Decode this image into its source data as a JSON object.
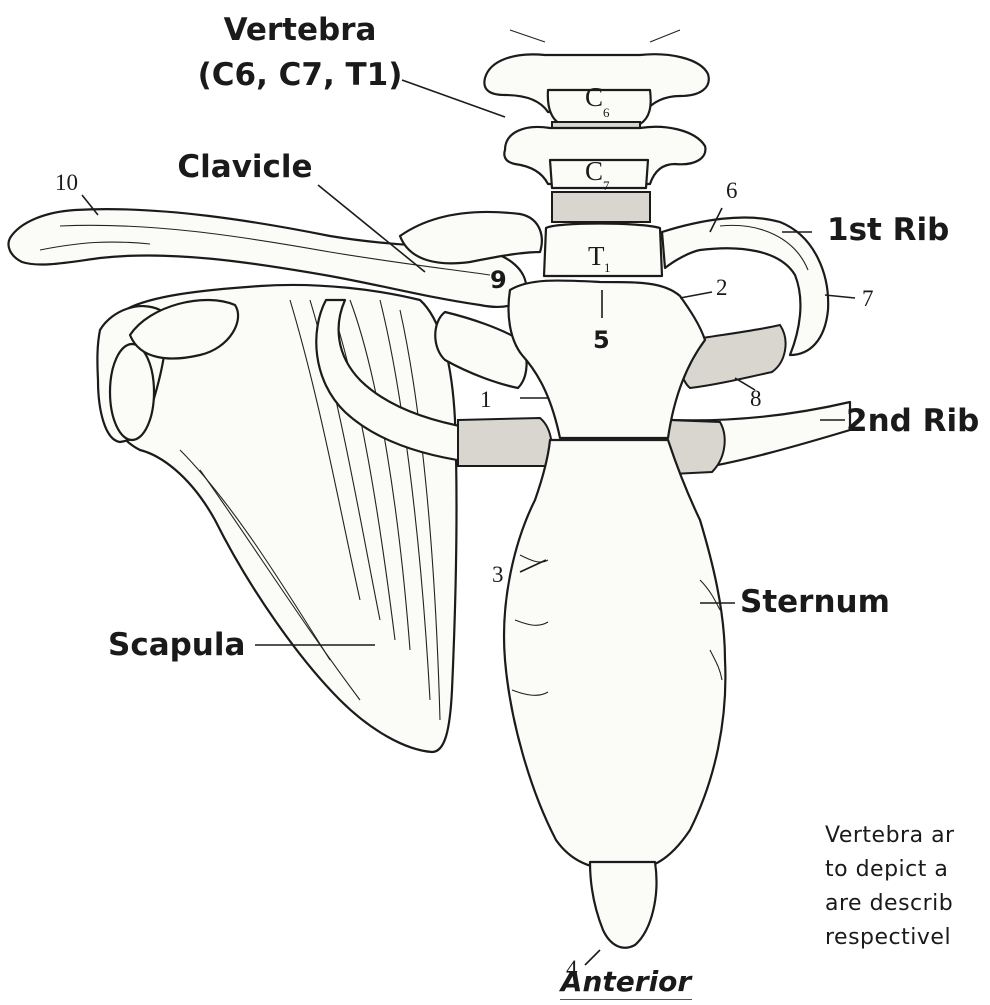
{
  "labels": {
    "vertebra_line1": "Vertebra",
    "vertebra_line2": "(C6, C7, T1)",
    "clavicle": "Clavicle",
    "first_rib": "1st Rib",
    "second_rib": "2nd Rib",
    "sternum": "Sternum",
    "scapula": "Scapula",
    "anterior": "Anterior"
  },
  "vertebra_marks": {
    "c6": "C",
    "c6_sub": "6",
    "c7": "C",
    "c7_sub": "7",
    "t1": "T",
    "t1_sub": "1"
  },
  "numbers": {
    "n1": "1",
    "n2": "2",
    "n3": "3",
    "n4": "4",
    "n5": "5",
    "n6": "6",
    "n7": "7",
    "n8": "8",
    "n9": "9",
    "n10": "10"
  },
  "note": {
    "line1": "Vertebra ar",
    "line2": "to depict a",
    "line3": "are describ",
    "line4": "respectivel"
  }
}
